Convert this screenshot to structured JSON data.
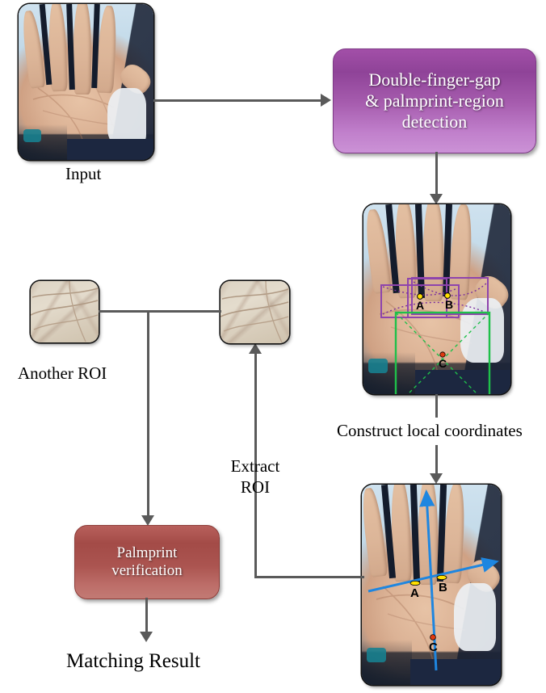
{
  "diagram": {
    "title": "Palmprint recognition pipeline flowchart",
    "accent_purple": "#a65cae",
    "accent_red": "#ab5450",
    "connector_color": "#5a5a5a"
  },
  "nodes": {
    "input_photo_caption": "Input",
    "detection_box": "Double-finger-gap\n& palmprint-region\ndetection",
    "detection_box_line1": "Double-finger-gap",
    "detection_box_line2": "& palmprint-region",
    "detection_box_line3": "detection",
    "construct_label": "Construct local coordinates",
    "extract_label_line1": "Extract",
    "extract_label_line2": "ROI",
    "another_roi_caption": "Another ROI",
    "verification_box_line1": "Palmprint",
    "verification_box_line2": "verification",
    "result_label": "Matching Result"
  },
  "annotations": {
    "detection_image": {
      "point_a": "A",
      "point_b": "B",
      "point_c": "C",
      "gap_box_color": "#8e44ad",
      "palm_region_color": "#1fc04a",
      "keypoint_ab_color": "#ffe000",
      "keypoint_c_color": "#e03a10"
    },
    "coordinate_image": {
      "point_a": "A",
      "point_b": "B",
      "point_c": "C",
      "axis_color": "#1e86e0",
      "keypoint_ab_color": "#ffe000",
      "keypoint_c_color": "#e03a10"
    }
  }
}
